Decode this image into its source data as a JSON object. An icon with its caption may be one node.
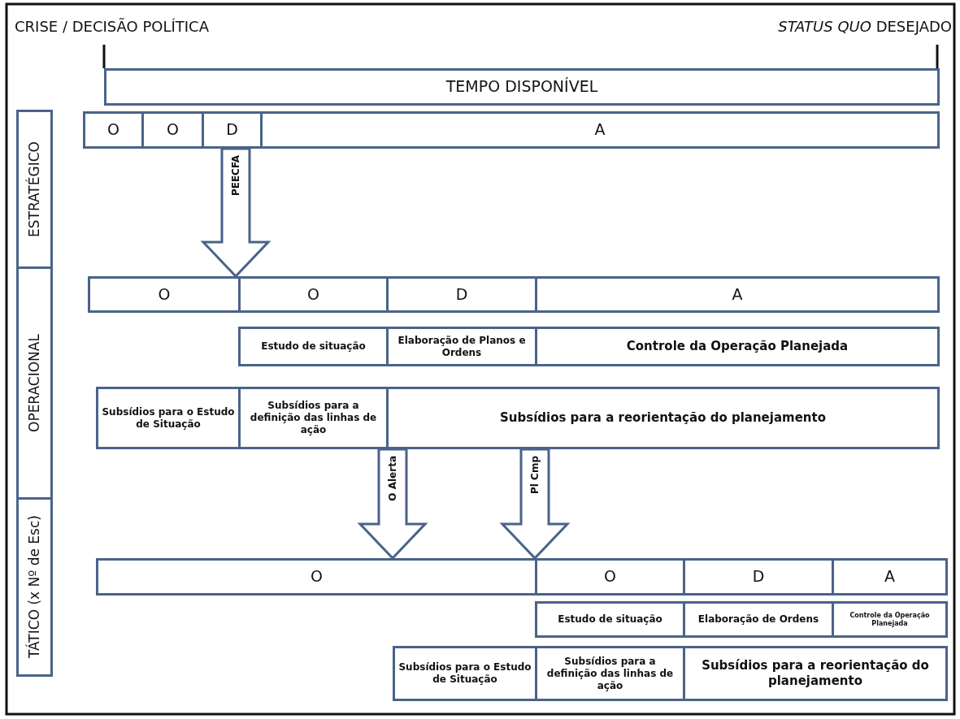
{
  "diagram": {
    "nodes": [
      {
        "text": [
          "TEMPO DISPONÍVEL"
        ]
      },
      {
        "text": [
          "ESTRATÉGICO"
        ]
      },
      {
        "text": [
          "O"
        ]
      },
      {
        "text": [
          "O"
        ]
      },
      {
        "text": [
          "D"
        ]
      },
      {
        "text": [
          "A"
        ]
      },
      {
        "text": [
          "OPERACIONAL"
        ]
      },
      {
        "text": [
          "O"
        ]
      },
      {
        "text": [
          "O"
        ]
      },
      {
        "text": [
          "D"
        ]
      },
      {
        "text": [
          "A"
        ]
      },
      {
        "text": [
          "Estudo de situação"
        ]
      },
      {
        "text": [
          "Elaboração de Planos e Ordens"
        ]
      },
      {
        "text": [
          "Controle da Operação Planejada"
        ]
      },
      {
        "text": [
          "Subsídios para o Estudo de Situação"
        ]
      },
      {
        "text": [
          "Subsídios para a definição das linhas de ação"
        ]
      },
      {
        "text": [
          "Subsídios para a reorientação do planejamento"
        ]
      },
      {
        "text": [
          "TÁTICO (x Nº de Esc)"
        ]
      },
      {
        "text": [
          "O"
        ]
      },
      {
        "text": [
          "O"
        ]
      },
      {
        "text": [
          "D"
        ]
      },
      {
        "text": [
          "A"
        ]
      },
      {
        "text": [
          "Estudo de situação"
        ]
      },
      {
        "text": [
          "Elaboração de Ordens"
        ]
      },
      {
        "text": [
          "Controle da Operação Planejada"
        ]
      },
      {
        "text": [
          "Subsídios para o Estudo de Situação"
        ]
      },
      {
        "text": [
          "Subsídios para a definição das linhas de ação"
        ]
      },
      {
        "text": [
          "Subsídios para a reorientação do planejamento"
        ]
      }
    ],
    "edges": [
      {
        "from": 4,
        "to": 8,
        "arrow": "to",
        "label": "PEECFA"
      },
      {
        "from": 15,
        "to": 18,
        "arrow": "to",
        "label": "O Alerta"
      },
      {
        "from": 16,
        "to": 19,
        "arrow": "to",
        "label": "Pl Cmp"
      }
    ],
    "labels": [
      "CRISE / DECISÃO POLÍTICA",
      "*STATUS QUO* DESEJADO"
    ]
  }
}
